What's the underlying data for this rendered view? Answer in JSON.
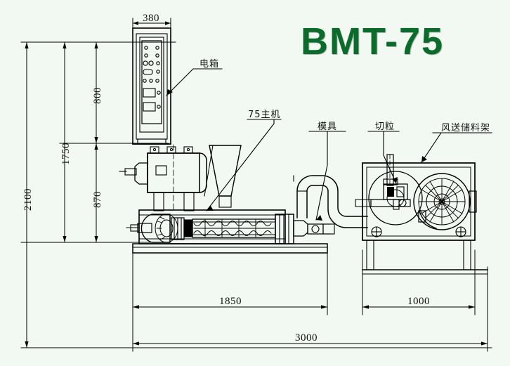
{
  "drawing": {
    "title": "BMT-75",
    "title_color": "#0b6b2b",
    "background_color": "#f2f8f2",
    "line_color": "#000000",
    "type": "mechanical-assembly-elevation"
  },
  "dimensions": {
    "top": [
      {
        "id": "panel-width",
        "value": "380",
        "orientation": "horizontal"
      }
    ],
    "vertical": [
      {
        "id": "overall-height",
        "value": "2100",
        "orientation": "vertical"
      },
      {
        "id": "panel-top-height",
        "value": "1750",
        "orientation": "vertical"
      },
      {
        "id": "panel-box-height",
        "value": "800",
        "orientation": "vertical"
      },
      {
        "id": "machine-height",
        "value": "870",
        "orientation": "vertical"
      }
    ],
    "bottom": [
      {
        "id": "extruder-length",
        "value": "1850",
        "orientation": "horizontal"
      },
      {
        "id": "pelletizer-length",
        "value": "1000",
        "orientation": "horizontal"
      },
      {
        "id": "overall-length",
        "value": "3000",
        "orientation": "horizontal"
      }
    ]
  },
  "callouts": [
    {
      "id": "electrical-box",
      "text": "电箱"
    },
    {
      "id": "main-machine",
      "text": "75主机"
    },
    {
      "id": "mold",
      "text": "模具"
    },
    {
      "id": "pelletizing",
      "text": "切粒"
    },
    {
      "id": "air-conveying-rack",
      "text": "风送储料架"
    }
  ]
}
